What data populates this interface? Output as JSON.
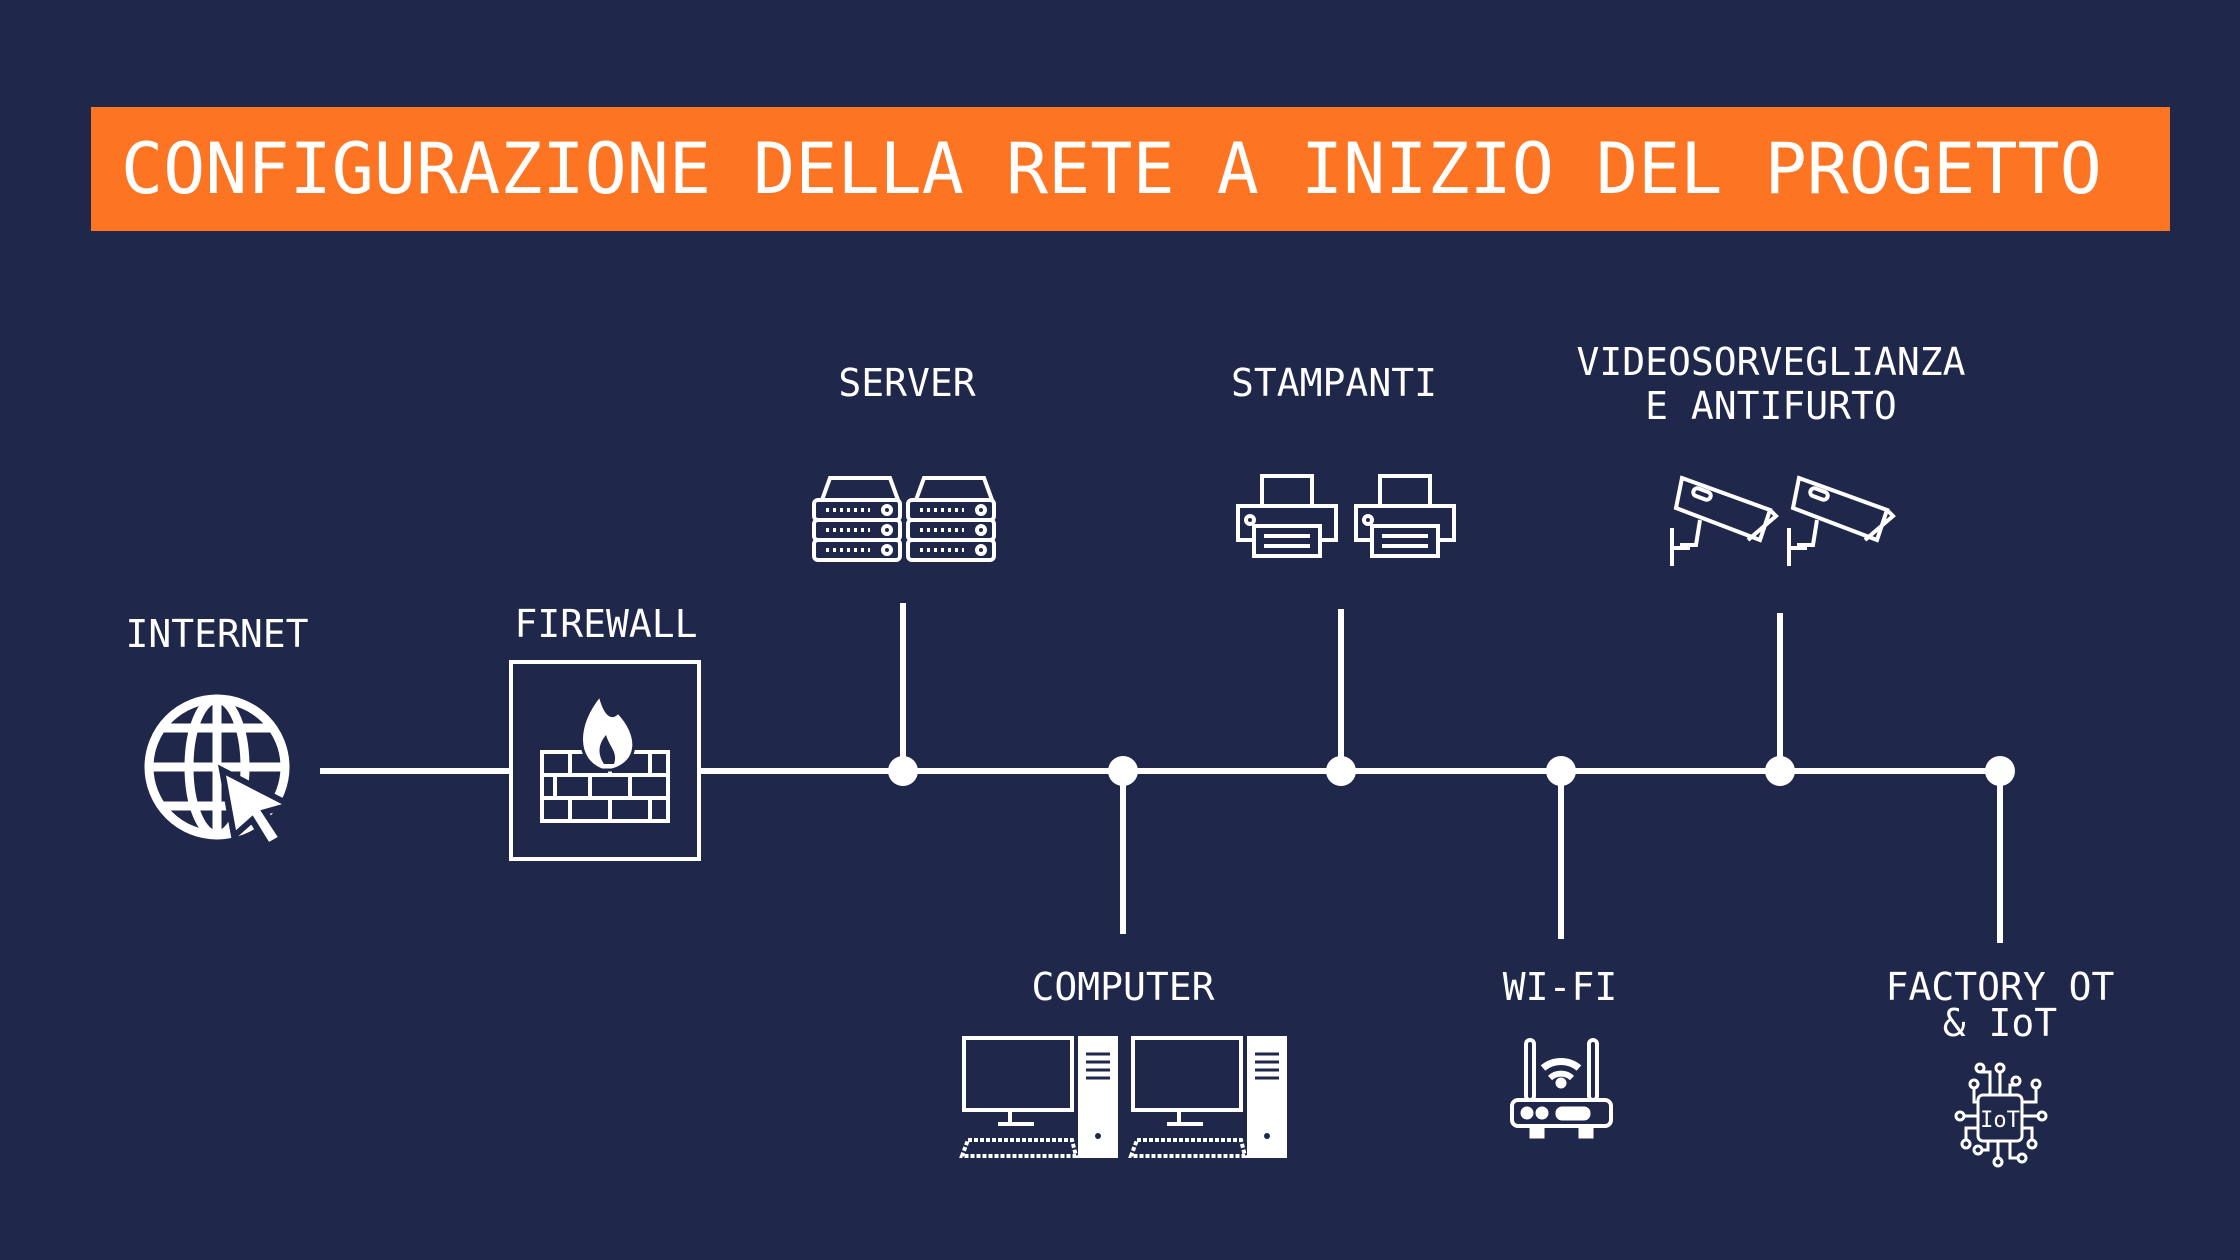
{
  "title": "CONFIGURAZIONE DELLA RETE A INIZIO DEL PROGETTO",
  "nodes": {
    "internet": "INTERNET",
    "firewall": "FIREWALL",
    "server": "SERVER",
    "stampanti": "STAMPANTI",
    "video_line1": "VIDEOSORVEGLIANZA",
    "video_line2": "E ANTIFURTO",
    "computer": "COMPUTER",
    "wifi": "WI-FI",
    "factory_line1": "FACTORY OT",
    "factory_line2": "& IoT",
    "iot_chip": "IoT"
  },
  "colors": {
    "background": "#1f274b",
    "accent": "#fd7522",
    "line": "#ffffff"
  }
}
